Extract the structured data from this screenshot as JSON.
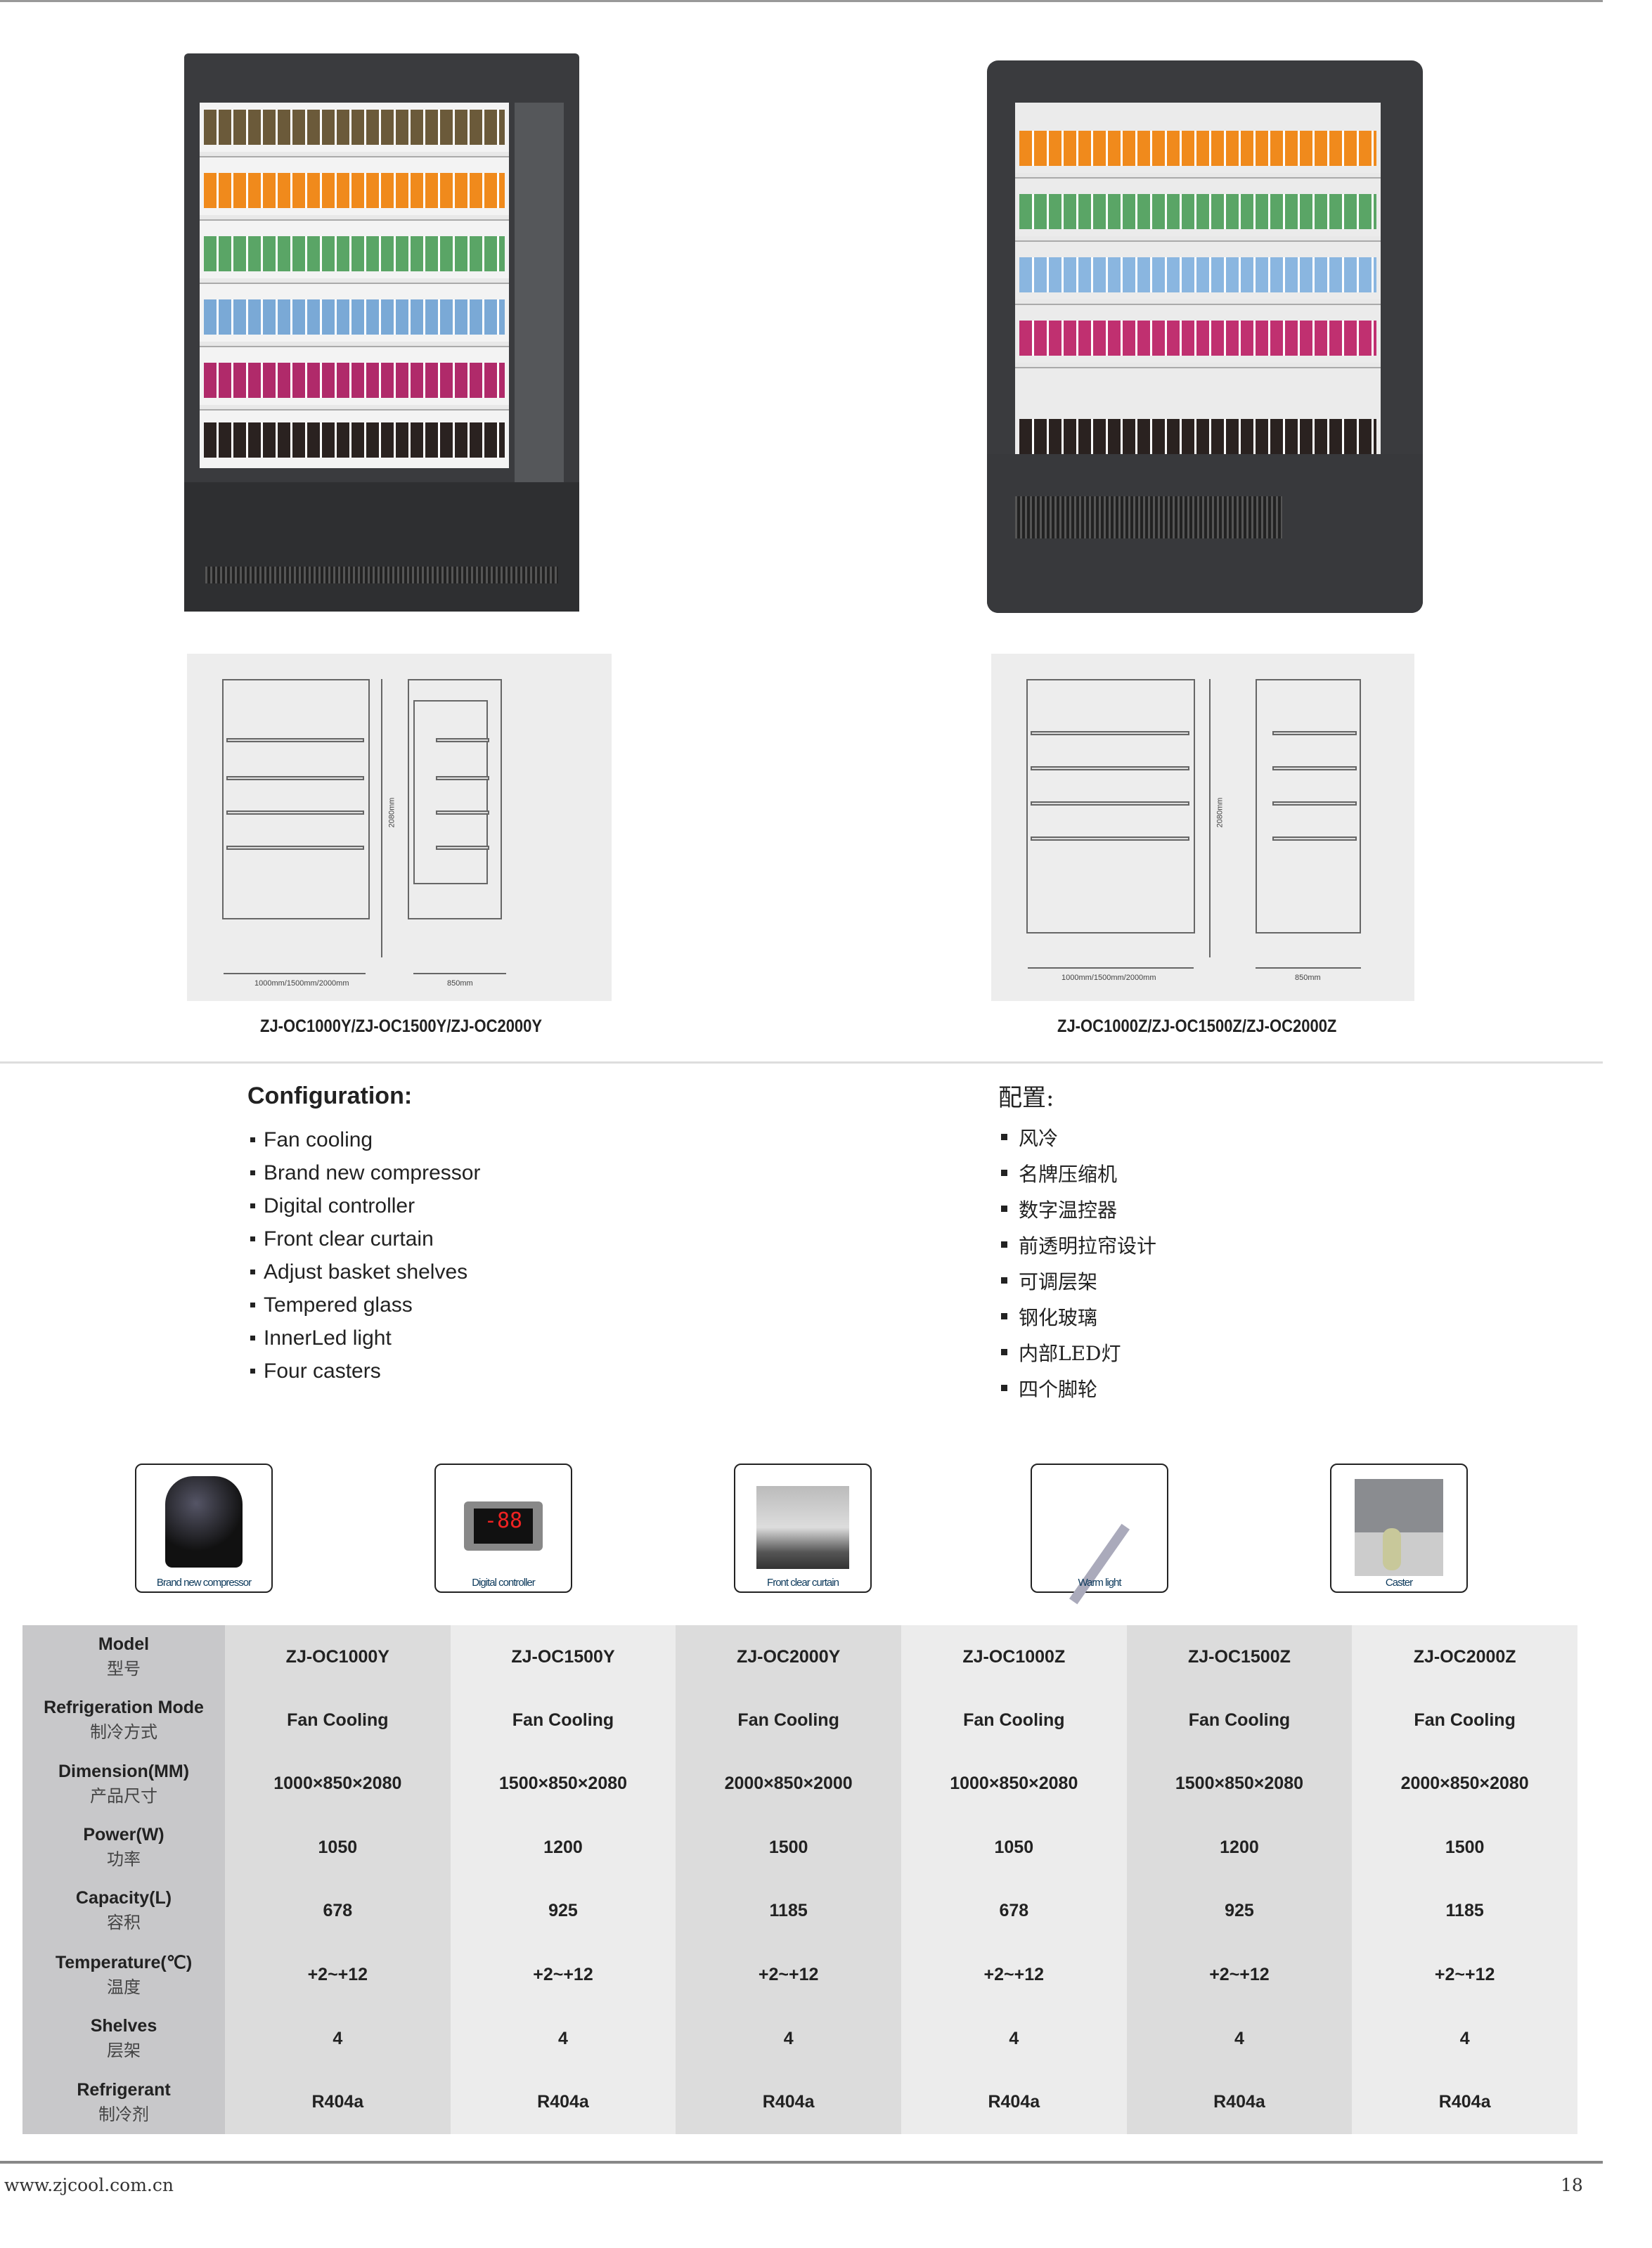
{
  "products": [
    {
      "caption": "ZJ-OC1000Y/ZJ-OC1500Y/ZJ-OC2000Y",
      "width_dim": "1000mm/1500mm/2000mm",
      "depth_dim": "850mm",
      "height_dim": "2080mm"
    },
    {
      "caption": "ZJ-OC1000Z/ZJ-OC1500Z/ZJ-OC2000Z",
      "width_dim": "1000mm/1500mm/2000mm",
      "depth_dim": "850mm",
      "height_dim": "2080mm"
    }
  ],
  "config_en": {
    "title": "Configuration:",
    "items": [
      "Fan cooling",
      "Brand new compressor",
      "Digital controller",
      "Front clear curtain",
      "Adjust basket shelves",
      "Tempered glass",
      "InnerLed light",
      "Four casters"
    ]
  },
  "config_cn": {
    "title": "配置:",
    "items": [
      "风冷",
      "名牌压缩机",
      "数字温控器",
      "前透明拉帘设计",
      "可调层架",
      "钢化玻璃",
      "内部LED灯",
      "四个脚轮"
    ]
  },
  "features": [
    {
      "label": "Brand new compressor",
      "icon": "compressor-icon"
    },
    {
      "label": "Digital controller",
      "icon": "controller-icon",
      "display": "-88"
    },
    {
      "label": "Front clear curtain",
      "icon": "curtain-icon"
    },
    {
      "label": "Warm light",
      "icon": "light-icon"
    },
    {
      "label": "Caster",
      "icon": "caster-icon"
    }
  ],
  "spec_table": {
    "rows": [
      {
        "en": "Model",
        "cn": "型号",
        "values": [
          "ZJ-OC1000Y",
          "ZJ-OC1500Y",
          "ZJ-OC2000Y",
          "ZJ-OC1000Z",
          "ZJ-OC1500Z",
          "ZJ-OC2000Z"
        ]
      },
      {
        "en": "Refrigeration Mode",
        "cn": "制冷方式",
        "values": [
          "Fan Cooling",
          "Fan Cooling",
          "Fan Cooling",
          "Fan Cooling",
          "Fan Cooling",
          "Fan Cooling"
        ]
      },
      {
        "en": "Dimension(MM)",
        "cn": "产品尺寸",
        "values": [
          "1000×850×2080",
          "1500×850×2080",
          "2000×850×2000",
          "1000×850×2080",
          "1500×850×2080",
          "2000×850×2080"
        ]
      },
      {
        "en": "Power(W)",
        "cn": "功率",
        "values": [
          "1050",
          "1200",
          "1500",
          "1050",
          "1200",
          "1500"
        ]
      },
      {
        "en": "Capacity(L)",
        "cn": "容积",
        "values": [
          "678",
          "925",
          "1185",
          "678",
          "925",
          "1185"
        ]
      },
      {
        "en": "Temperature(℃)",
        "cn": "温度",
        "values": [
          "+2~+12",
          "+2~+12",
          "+2~+12",
          "+2~+12",
          "+2~+12",
          "+2~+12"
        ]
      },
      {
        "en": "Shelves",
        "cn": "层架",
        "values": [
          "4",
          "4",
          "4",
          "4",
          "4",
          "4"
        ]
      },
      {
        "en": "Refrigerant",
        "cn": "制冷剂",
        "values": [
          "R404a",
          "R404a",
          "R404a",
          "R404a",
          "R404a",
          "R404a"
        ]
      }
    ]
  },
  "footer": {
    "website": "www.zjcool.com.cn",
    "page": "18"
  },
  "colors": {
    "feature_label": "#0d3a5c",
    "label_col": "#c8c8ca",
    "col_dark": "#dcdcdc",
    "col_light": "#ececec"
  }
}
